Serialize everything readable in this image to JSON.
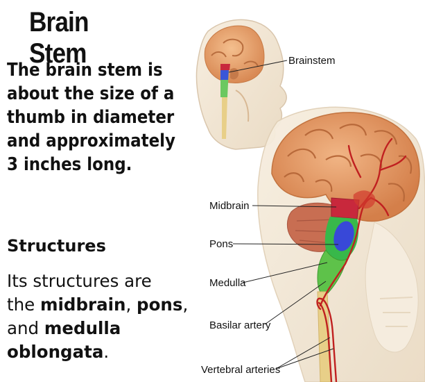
{
  "title": "Brain Stem",
  "intro_lines": [
    "The brain stem is",
    "about the size of a",
    "thumb in diameter",
    "and approximately",
    "3 inches long."
  ],
  "structures": {
    "heading": "Structures",
    "line1": "Its structures are",
    "line2_prefix": "the ",
    "midbrain": "midbrain",
    "sep1": ", ",
    "pons": "pons",
    "sep2": ",",
    "line3_prefix": "and ",
    "medulla": "medulla",
    "oblongata": "oblongata",
    "end": "."
  },
  "figure_labels": {
    "brainstem": "Brainstem",
    "midbrain": "Midbrain",
    "pons": "Pons",
    "medulla": "Medulla",
    "basilar": "Basilar artery",
    "vertebral": "Vertebral arteries"
  },
  "colors": {
    "midbrain": "#c8283c",
    "pons": "#3848d8",
    "pons_outer": "#38b84a",
    "medulla": "#5ec24a",
    "artery": "#c02020",
    "brain": "#e9a874",
    "skin": "#f3e6d2"
  }
}
